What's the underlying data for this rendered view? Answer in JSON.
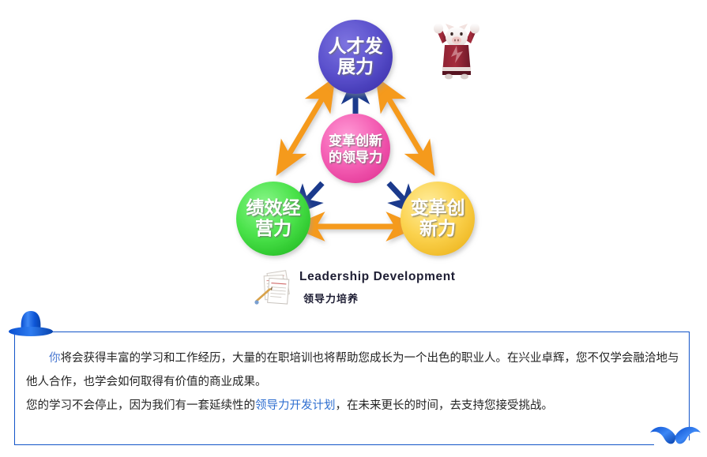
{
  "diagram": {
    "title_en": "Leadership Development",
    "title_zh": "领导力培养",
    "center_node": {
      "name": "center-node",
      "label_line1": "变革创新",
      "label_line2": "的领导力",
      "color": "#f45fb4"
    },
    "outer_nodes": [
      {
        "name": "talent-development-node",
        "label_line1": "人才发",
        "label_line2": "展力",
        "color": "#5a50cc"
      },
      {
        "name": "performance-management-node",
        "label_line1": "绩效经",
        "label_line2": "营力",
        "color": "#4ae24a"
      },
      {
        "name": "change-innovation-node",
        "label_line1": "变革创",
        "label_line2": "新力",
        "color": "#fbd24e"
      }
    ],
    "arrow_colors": {
      "outer_triangle": "#f59a1e",
      "center_radial": "#1b3a8c"
    },
    "mascot_name": "pig-mascot-icon",
    "papers_icon_name": "documents-icon"
  },
  "text_panel": {
    "border_color": "#1254c8",
    "decoration_top_left": "blue-hat-decoration",
    "decoration_bottom_right": "blue-mustache-decoration",
    "paragraph1": {
      "highlight": "你",
      "rest": "将会获得丰富的学习和工作经历，大量的在职培训也将帮助您成长为一个出色的职业人。在兴业卓辉，您不仅学会融洽地与他人合作，也学会如何取得有价值的商业成果。"
    },
    "paragraph2": {
      "before_link": "您的学习不会停止，因为我们有一套延续性的",
      "link": "领导力开发计划",
      "after_link": "，在未来更长的时间，去支持您接受挑战。"
    }
  }
}
